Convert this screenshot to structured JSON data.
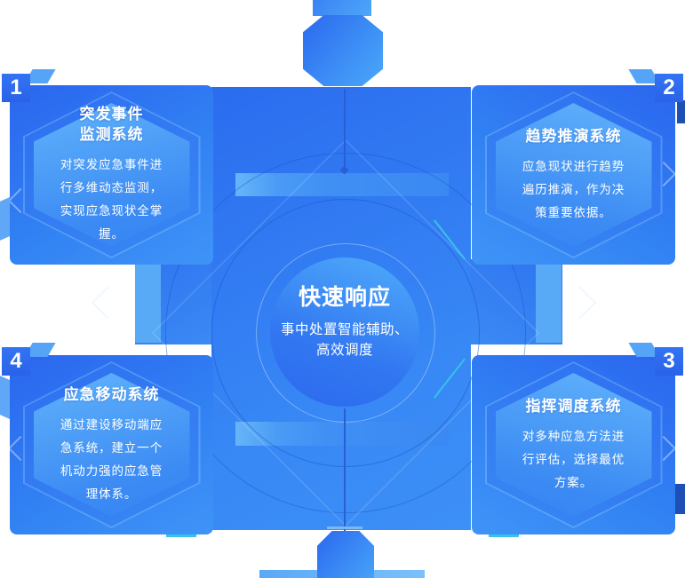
{
  "center": {
    "title": "快速响应",
    "subtitle": "事中处置智能辅助、\n高效调度"
  },
  "panels": [
    {
      "number": "1",
      "title": "突发事件\n监测系统",
      "body": "对突发应急事件进\n行多维动态监测，\n实现应急现状全掌\n握。",
      "badge_corner": "top-left"
    },
    {
      "number": "2",
      "title": "趋势推演系统",
      "body": "应急现状进行趋势\n遍历推演，作为决\n策重要依据。",
      "badge_corner": "top-right"
    },
    {
      "number": "3",
      "title": "指挥调度系统",
      "body": "对多种应急方法进\n行评估，选择最优\n方案。",
      "badge_corner": "top-right"
    },
    {
      "number": "4",
      "title": "应急移动系统",
      "body": "通过建设移动端应\n急系统，建立一个\n机动力强的应急管\n理体系。",
      "badge_corner": "top-left"
    }
  ],
  "decorations": {
    "top_connector": "hexagon-node",
    "bottom_connector": "hexagon-node",
    "center_rings": "concentric-circles"
  },
  "colors": {
    "primary_blue": "#2e74f0",
    "light_blue": "#58aaf6",
    "pale_highlight": "#61b3fb",
    "cyan_accent": "#38c2e8",
    "navy_accent": "#1d4fb4",
    "text": "#ffffff"
  }
}
